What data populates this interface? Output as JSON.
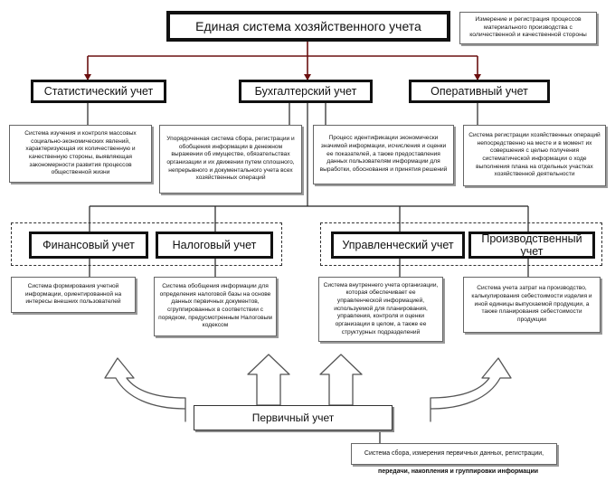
{
  "top": {
    "title": "Единая система хозяйственного учета",
    "note": "Измерение и регистрация процессов материального производства с количественной и качественной стороны"
  },
  "level1": [
    {
      "title": "Статистический учет",
      "desc": "Система изучения и контроля массовых социально-экономических явлений, характеризующая их количественную и качественную стороны, выявляющая закономерности развития процессов общественной жизни"
    },
    {
      "title": "Бухгалтерский учет",
      "desc": "Упорядоченная система сбора, регистрации и обобщения информации в денежном выражении об имуществе, обязательствах организации и их движении путем сплошного, непрерывного и документального учета всех хозяйственных операций",
      "desc2": "Процесс идентификации экономически значимой информации, исчисления и оценки ее показателей, а также предоставления данных пользователям информации для выработки, обоснования и принятия решений"
    },
    {
      "title": "Оперативный учет",
      "desc": "Система регистрации хозяйственных операций непосредственно на месте и в момент их совершения с целью получения систематической информации о ходе выполнения плана на отдельных участках хозяйственной деятельности"
    }
  ],
  "level2": [
    {
      "title": "Финансовый учет",
      "desc": "Система формирования учетной информации, ориентированной на интересы внешних пользователей"
    },
    {
      "title": "Налоговый учет",
      "desc": "Система обобщения информации для определения налоговой базы на основе данных первичных документов, сгруппированных в соответствии с порядком, предусмотренным Налоговым кодексом"
    },
    {
      "title": "Управленческий учет",
      "desc": "Система внутреннего учета организации, которая обеспечивает ее управленческой информацией, используемой для планирования, управления, контроля и оценки организации в целом, а также ее структурных подразделений"
    },
    {
      "title": "Производственный учет",
      "desc": "Система учета затрат на производство, калькулирования себестоимости изделия и иной единицы выпускаемой продукции, а также планирования себестоимости продукции"
    }
  ],
  "primary": {
    "title": "Первичный учет",
    "desc": "Система сбора, измерения первичных данных, регистрации,",
    "caption": "передачи, накопления и группировки информации"
  }
}
